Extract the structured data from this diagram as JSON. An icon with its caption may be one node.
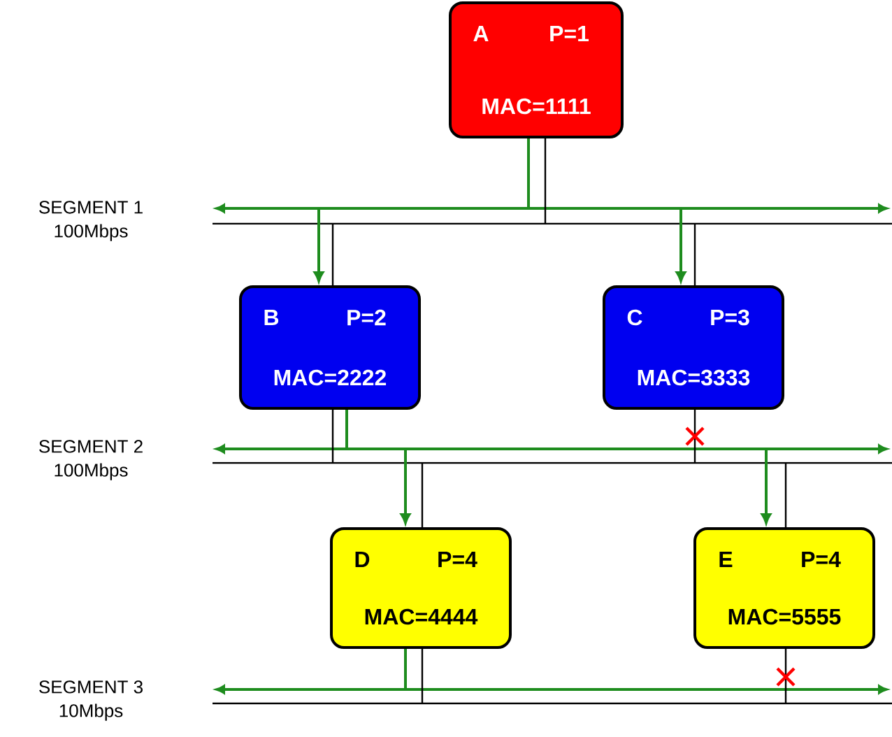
{
  "diagram": {
    "nodes": [
      {
        "text": [
          "A",
          "P=1",
          "MAC=1111"
        ]
      },
      {
        "text": [
          "SEGMENT 1",
          "100Mbps"
        ]
      },
      {
        "text": [
          "B",
          "P=2",
          "MAC=2222"
        ]
      },
      {
        "text": [
          "C",
          "P=3",
          "MAC=3333"
        ]
      },
      {
        "text": [
          "SEGMENT 2",
          "100Mbps"
        ]
      },
      {
        "text": [
          "D",
          "P=4",
          "MAC=4444"
        ]
      },
      {
        "text": [
          "E",
          "P=4",
          "MAC=5555"
        ]
      },
      {
        "text": [
          "SEGMENT 3",
          "10Mbps"
        ]
      }
    ],
    "edges": [
      {
        "from": 0,
        "to": 1,
        "arrow": "none"
      },
      {
        "from": 1,
        "to": 2,
        "arrow": "none"
      },
      {
        "from": 1,
        "to": 3,
        "arrow": "none"
      },
      {
        "from": 2,
        "to": 4,
        "arrow": "none"
      },
      {
        "from": 3,
        "to": 4,
        "arrow": "none"
      },
      {
        "from": 4,
        "to": 5,
        "arrow": "none"
      },
      {
        "from": 4,
        "to": 6,
        "arrow": "none"
      },
      {
        "from": 5,
        "to": 7,
        "arrow": "none"
      },
      {
        "from": 6,
        "to": 7,
        "arrow": "none"
      },
      {
        "from": 0,
        "to": 1,
        "arrow": "none",
        "color": "#1e8c1e"
      },
      {
        "from": 1,
        "to": 2,
        "arrow": "to",
        "color": "#1e8c1e"
      },
      {
        "from": 1,
        "to": 3,
        "arrow": "to",
        "color": "#1e8c1e"
      },
      {
        "from": 2,
        "to": 4,
        "arrow": "none",
        "color": "#1e8c1e"
      },
      {
        "from": 4,
        "to": 5,
        "arrow": "to",
        "color": "#1e8c1e"
      },
      {
        "from": 4,
        "to": 6,
        "arrow": "to",
        "color": "#1e8c1e"
      },
      {
        "from": 5,
        "to": 7,
        "arrow": "none",
        "color": "#1e8c1e"
      }
    ]
  }
}
